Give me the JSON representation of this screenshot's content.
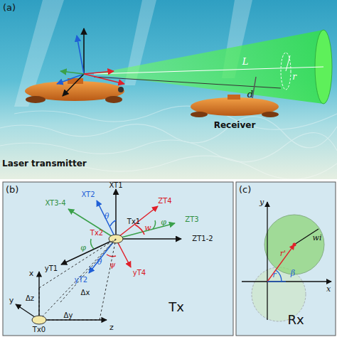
{
  "diagram": {
    "nodes": [
      {
        "text": [
          "(a)"
        ]
      },
      {
        "text": [
          "(b)"
        ]
      },
      {
        "text": [
          "(c)"
        ]
      }
    ],
    "labels": [
      "Laser transmitter",
      "Receiver",
      "L",
      "r",
      "d",
      "XT1",
      "XT2",
      "XT3-4",
      "ZT4",
      "ZT3",
      "ZT1-2",
      "Tx1",
      "Tx2",
      "θ",
      "φ",
      "w",
      "φ",
      "θ",
      "ψ",
      "yT1",
      "yT2",
      "yT4",
      "x",
      "z",
      "y",
      "Δz",
      "Δy",
      "Δx",
      "Tx0",
      "Tx",
      "y",
      "x",
      "wi",
      "r'",
      "r",
      "β",
      "Rx"
    ]
  }
}
